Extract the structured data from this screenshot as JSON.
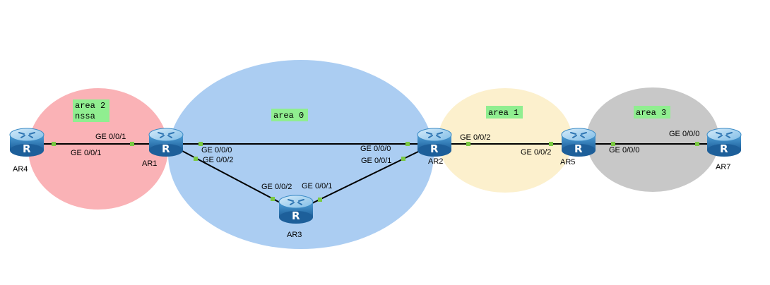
{
  "colors": {
    "area0": "#abcdf2",
    "area1": "#fcf0cd",
    "area2": "#fab2b6",
    "area3": "#c8c8c8",
    "label_bg": "#90ee90",
    "port": "#7ac943"
  },
  "areas": {
    "area0": {
      "line1": "area 0",
      "line2": ""
    },
    "area1": {
      "line1": "area 1",
      "line2": ""
    },
    "area2": {
      "line1": "area 2",
      "line2": "nssa"
    },
    "area3": {
      "line1": "area 3",
      "line2": ""
    }
  },
  "routers": {
    "ar1": {
      "label": "AR1",
      "icon": "router-icon",
      "letter": "R"
    },
    "ar2": {
      "label": "AR2",
      "icon": "router-icon",
      "letter": "R"
    },
    "ar3": {
      "label": "AR3",
      "icon": "router-icon",
      "letter": "R"
    },
    "ar4": {
      "label": "AR4",
      "icon": "router-icon",
      "letter": "R"
    },
    "ar5": {
      "label": "AR5",
      "icon": "router-icon",
      "letter": "R"
    },
    "ar7": {
      "label": "AR7",
      "icon": "router-icon",
      "letter": "R"
    }
  },
  "interfaces": {
    "ar4_ar1_a": "GE 0/0/1",
    "ar4_ar1_b": "GE 0/0/1",
    "ar1_ar2_a": "GE 0/0/0",
    "ar1_ar2_b": "GE 0/0/0",
    "ar1_ar3_a": "GE 0/0/2",
    "ar1_ar3_b": "GE 0/0/2",
    "ar3_ar2_a": "GE 0/0/1",
    "ar3_ar2_b": "GE 0/0/1",
    "ar2_ar5_a": "GE 0/0/2",
    "ar2_ar5_b": "GE 0/0/2",
    "ar5_ar7_a": "GE 0/0/0",
    "ar5_ar7_b": "GE 0/0/0"
  }
}
